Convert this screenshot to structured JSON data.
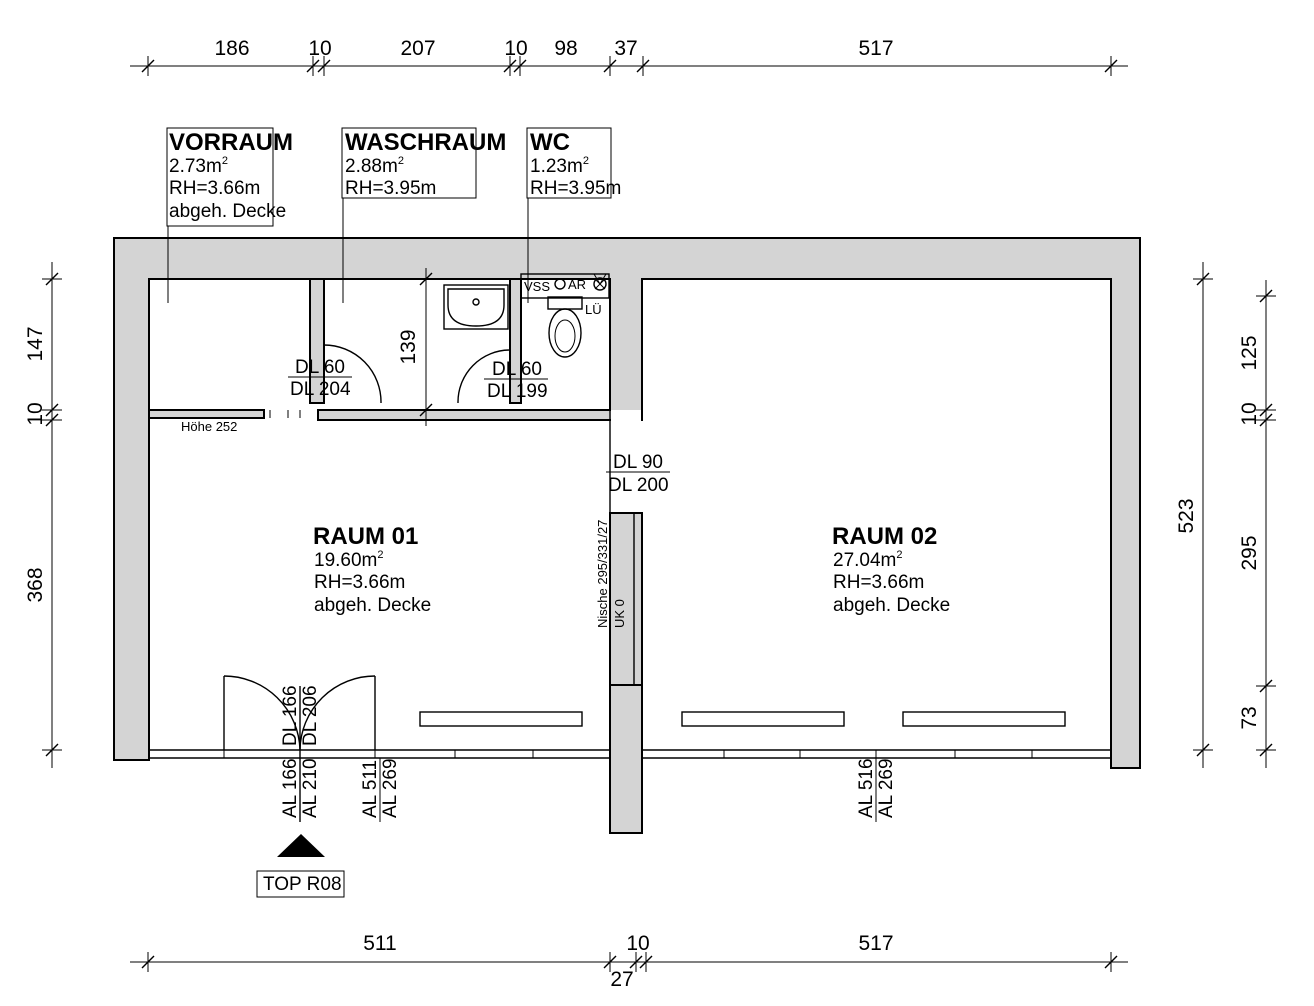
{
  "dimensions": {
    "top": [
      "186",
      "10",
      "207",
      "10",
      "98",
      "37",
      "517"
    ],
    "bottom": [
      "511",
      "10",
      "517"
    ],
    "bottom_total": "27",
    "left": [
      "147",
      "10",
      "368"
    ],
    "right_total": "523",
    "right": [
      "125",
      "10",
      "295",
      "73"
    ],
    "waschraum_depth": "139"
  },
  "rooms": {
    "vorraum": {
      "name": "VORRAUM",
      "area": "2.73m",
      "height": "RH=3.66m",
      "note": "abgeh. Decke"
    },
    "waschraum": {
      "name": "WASCHRAUM",
      "area": "2.88m",
      "height": "RH=3.95m"
    },
    "wc": {
      "name": "WC",
      "area": "1.23m",
      "height": "RH=3.95m"
    },
    "raum01": {
      "name": "RAUM 01",
      "area": "19.60m",
      "height": "RH=3.66m",
      "note": "abgeh. Decke"
    },
    "raum02": {
      "name": "RAUM 02",
      "area": "27.04m",
      "height": "RH=3.66m",
      "note": "abgeh. Decke"
    },
    "area_unit_sup": "2"
  },
  "doors": {
    "d1": {
      "width": "DL 60",
      "height": "DL 204"
    },
    "d2": {
      "width": "DL 60",
      "height": "DL 199"
    },
    "d3": {
      "width": "DL 90",
      "height": "DL 200"
    },
    "entrance": {
      "width": "DL 166",
      "height": "DL 206"
    }
  },
  "windows": {
    "w1": {
      "width": "AL 166",
      "height": "AL 210"
    },
    "w2": {
      "width": "AL 511",
      "height": "AL 269"
    },
    "w3": {
      "width": "AL 516",
      "height": "AL 269"
    }
  },
  "labels": {
    "hoehe": "Höhe 252",
    "nische": "Nische 295/331/27",
    "uk": "UK 0",
    "vss": "VSS",
    "ar": "AR",
    "lue": "LÜ",
    "top": "TOP R08"
  }
}
